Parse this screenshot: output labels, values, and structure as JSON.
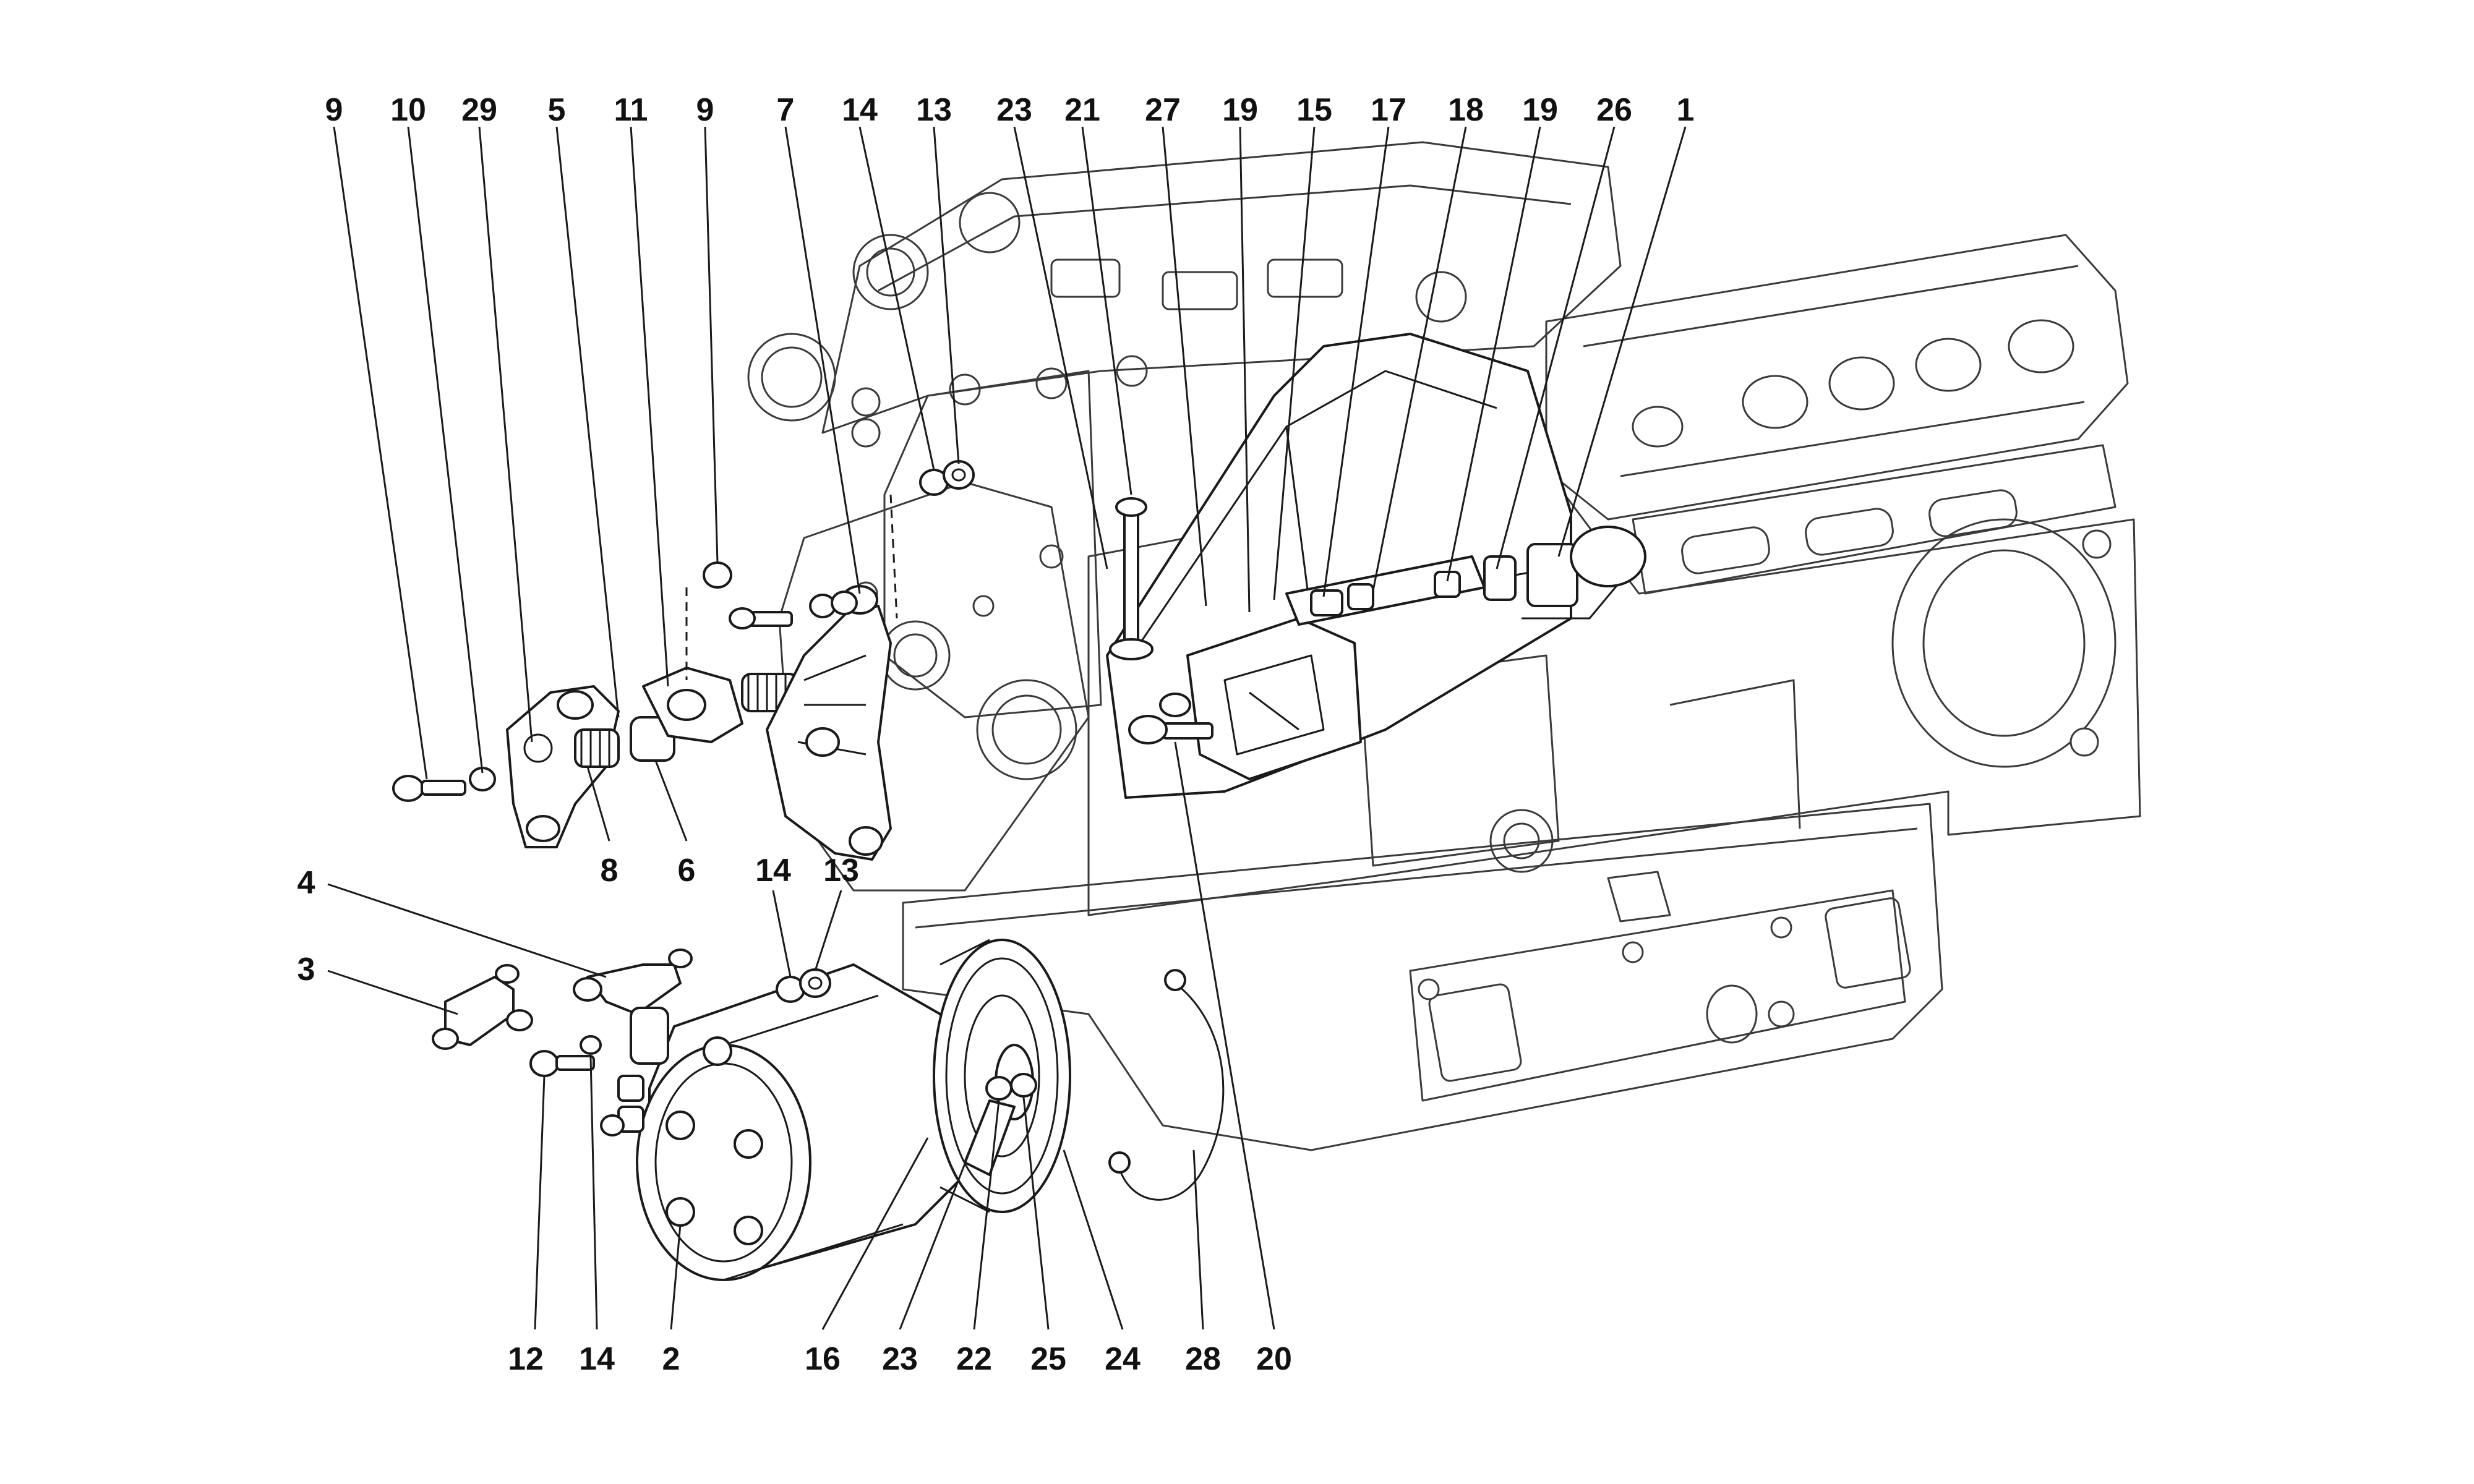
{
  "diagram": {
    "callouts": [
      {
        "id": "c-9a",
        "label": "9"
      },
      {
        "id": "c-10",
        "label": "10"
      },
      {
        "id": "c-29",
        "label": "29"
      },
      {
        "id": "c-5",
        "label": "5"
      },
      {
        "id": "c-11",
        "label": "11"
      },
      {
        "id": "c-9b",
        "label": "9"
      },
      {
        "id": "c-7",
        "label": "7"
      },
      {
        "id": "c-14a",
        "label": "14"
      },
      {
        "id": "c-13a",
        "label": "13"
      },
      {
        "id": "c-23a",
        "label": "23"
      },
      {
        "id": "c-21",
        "label": "21"
      },
      {
        "id": "c-27",
        "label": "27"
      },
      {
        "id": "c-19a",
        "label": "19"
      },
      {
        "id": "c-15",
        "label": "15"
      },
      {
        "id": "c-17",
        "label": "17"
      },
      {
        "id": "c-18",
        "label": "18"
      },
      {
        "id": "c-19b",
        "label": "19"
      },
      {
        "id": "c-26",
        "label": "26"
      },
      {
        "id": "c-1",
        "label": "1"
      },
      {
        "id": "c-8",
        "label": "8"
      },
      {
        "id": "c-6",
        "label": "6"
      },
      {
        "id": "c-14b",
        "label": "14"
      },
      {
        "id": "c-13b",
        "label": "13"
      },
      {
        "id": "c-4",
        "label": "4"
      },
      {
        "id": "c-3",
        "label": "3"
      },
      {
        "id": "c-12",
        "label": "12"
      },
      {
        "id": "c-14c",
        "label": "14"
      },
      {
        "id": "c-2",
        "label": "2"
      },
      {
        "id": "c-16",
        "label": "16"
      },
      {
        "id": "c-23b",
        "label": "23"
      },
      {
        "id": "c-22",
        "label": "22"
      },
      {
        "id": "c-25",
        "label": "25"
      },
      {
        "id": "c-24",
        "label": "24"
      },
      {
        "id": "c-28",
        "label": "28"
      },
      {
        "id": "c-20",
        "label": "20"
      }
    ]
  }
}
